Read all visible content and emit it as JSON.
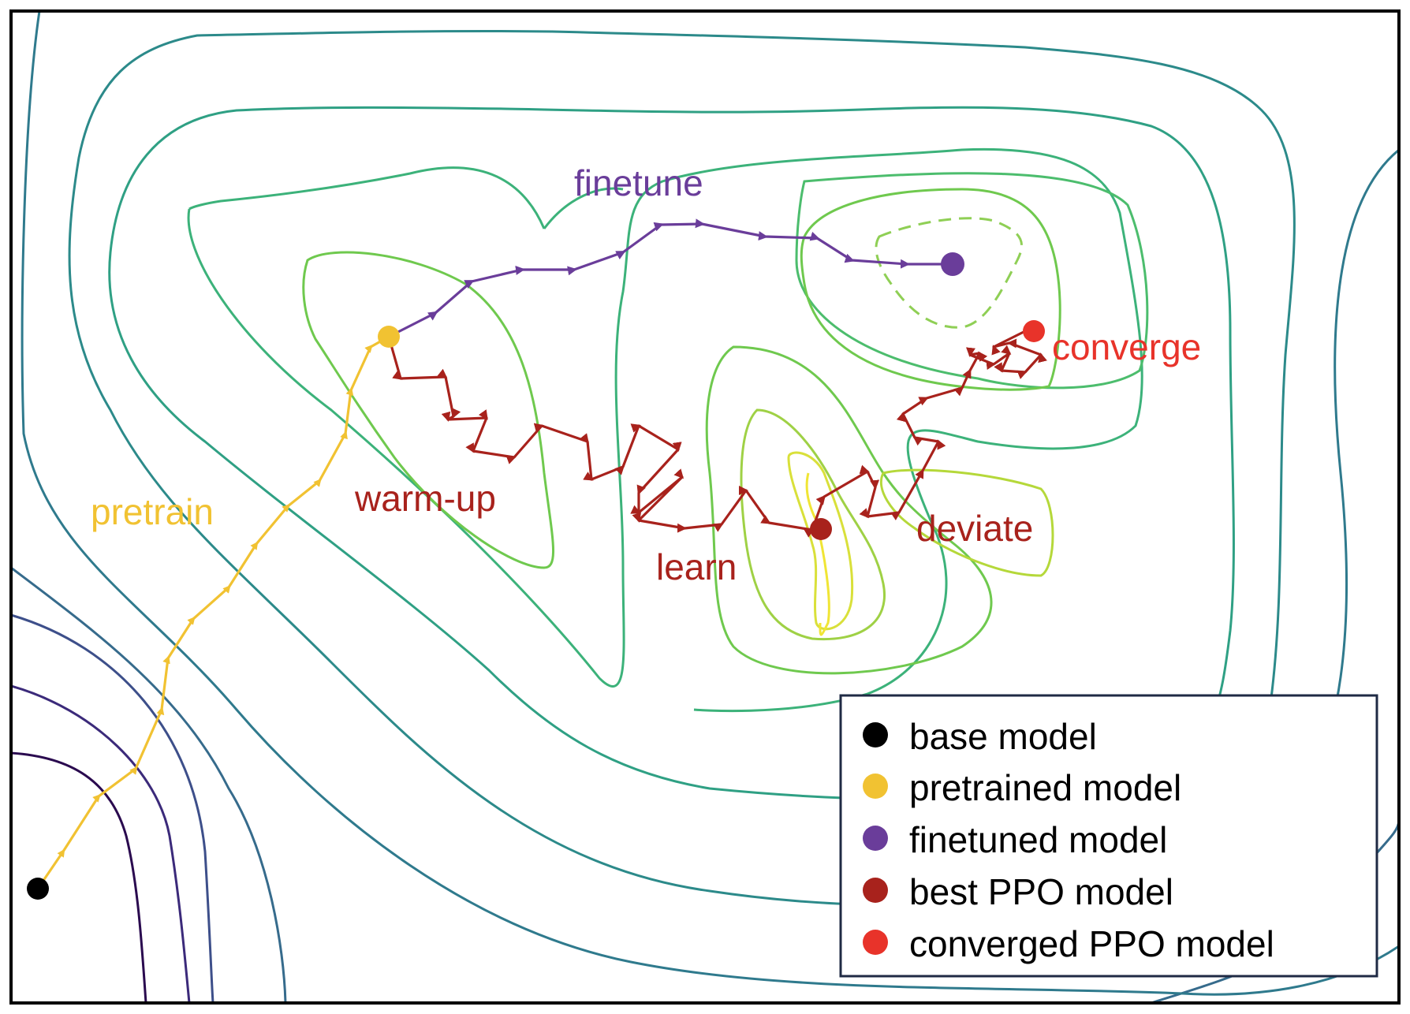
{
  "colors": {
    "base": "#000000",
    "pretrain": "#f1c232",
    "finetune": "#6a3d9a",
    "ppo": "#a8221c",
    "converged": "#e8332a",
    "frame": "#000000",
    "legend_border": "#1f2a44"
  },
  "labels": {
    "pretrain": "pretrain",
    "finetune": "finetune",
    "warmup": "warm-up",
    "learn": "learn",
    "deviate": "deviate",
    "converge": "converge"
  },
  "legend": {
    "items": [
      {
        "label": "base model",
        "color": "#000000"
      },
      {
        "label": "pretrained model",
        "color": "#f1c232"
      },
      {
        "label": "finetuned model",
        "color": "#6a3d9a"
      },
      {
        "label": "best PPO model",
        "color": "#a8221c"
      },
      {
        "label": "converged PPO model",
        "color": "#e8332a"
      }
    ]
  }
}
